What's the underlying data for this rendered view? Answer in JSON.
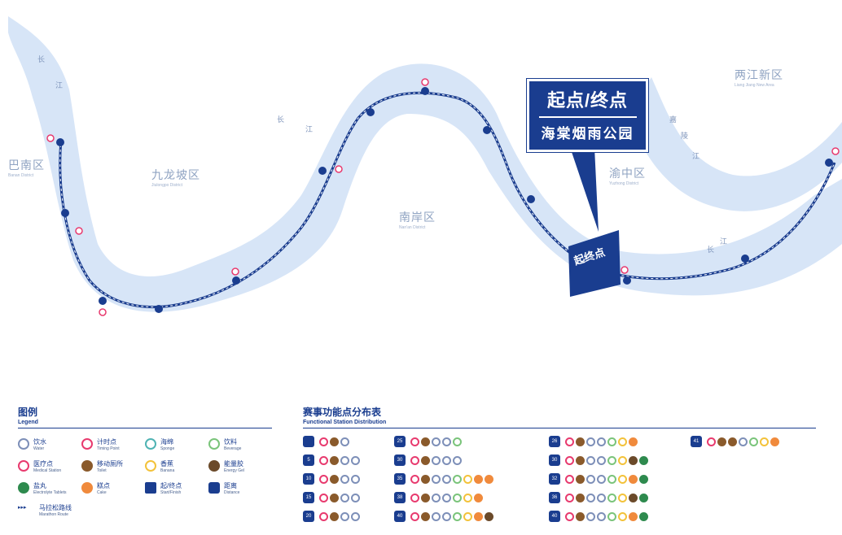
{
  "colors": {
    "river": "#d7e5f7",
    "route": "#1a3d8f",
    "accent": "#1a3d8f",
    "point_pink": "#e83a6e"
  },
  "districts": [
    {
      "name": "巴南区",
      "en": "Banan District"
    },
    {
      "name": "九龙坡区",
      "en": "Jiulongpo District"
    },
    {
      "name": "南岸区",
      "en": "Nan'an District"
    },
    {
      "name": "渝中区",
      "en": "Yuzhong District"
    },
    {
      "name": "两江新区",
      "en": "Liang Jiang New Area"
    }
  ],
  "river_labels": [
    "长",
    "江",
    "长",
    "江",
    "嘉",
    "陵",
    "江",
    "长",
    "江"
  ],
  "start": {
    "line1": "起点/终点",
    "line2": "海棠烟雨公园",
    "arch": "起终点"
  },
  "legend": {
    "title": "图例",
    "subtitle": "Legend",
    "items": [
      {
        "zh": "饮水",
        "en": "Water",
        "icon": "water-drop-icon",
        "type": "water"
      },
      {
        "zh": "计时点",
        "en": "Timing Point",
        "icon": "timing-icon",
        "type": "timing"
      },
      {
        "zh": "海绵",
        "en": "Sponge",
        "icon": "sponge-icon",
        "type": "sponge"
      },
      {
        "zh": "饮料",
        "en": "Beverage",
        "icon": "beverage-icon",
        "type": "beverage"
      },
      {
        "zh": "医疗点",
        "en": "Medical Station",
        "icon": "medical-cross-icon",
        "type": "medical"
      },
      {
        "zh": "移动厕所",
        "en": "Toilet",
        "icon": "toilet-icon",
        "type": "toilet"
      },
      {
        "zh": "香蕉",
        "en": "Banana",
        "icon": "banana-icon",
        "type": "banana"
      },
      {
        "zh": "能量胶",
        "en": "Energy Gel",
        "icon": "energy-gel-icon",
        "type": "gel"
      },
      {
        "zh": "盐丸",
        "en": "Electrolyte Tablets",
        "icon": "tablet-icon",
        "type": "tablet"
      },
      {
        "zh": "糕点",
        "en": "Cake",
        "icon": "cake-icon",
        "type": "cake"
      },
      {
        "zh": "起/终点",
        "en": "Start/Finish",
        "icon": "start-flag-icon",
        "type": "start"
      },
      {
        "zh": "距离",
        "en": "Distance",
        "icon": "distance-icon",
        "type": "distance"
      },
      {
        "zh": "马拉松路线",
        "en": "Marathon Route",
        "icon": "route-arrow-icon",
        "type": "route"
      }
    ]
  },
  "distribution": {
    "title": "赛事功能点分布表",
    "subtitle": "Functional Station Distribution",
    "columns": [
      [
        {
          "km": "",
          "dots": [
            "medical",
            "toilet",
            "water"
          ]
        },
        {
          "km": "5",
          "dots": [
            "medical",
            "toilet",
            "water",
            "water"
          ]
        },
        {
          "km": "10",
          "dots": [
            "medical",
            "toilet",
            "water",
            "water"
          ]
        },
        {
          "km": "15",
          "dots": [
            "medical",
            "toilet",
            "water",
            "water"
          ]
        },
        {
          "km": "20",
          "dots": [
            "medical",
            "toilet",
            "water",
            "water"
          ]
        }
      ],
      [
        {
          "km": "25",
          "dots": [
            "medical",
            "toilet",
            "water",
            "water",
            "beverage"
          ]
        },
        {
          "km": "30",
          "dots": [
            "medical",
            "toilet",
            "water",
            "water",
            "water"
          ]
        },
        {
          "km": "35",
          "dots": [
            "medical",
            "toilet",
            "water",
            "water",
            "beverage",
            "banana",
            "cake",
            "cake"
          ]
        },
        {
          "km": "38",
          "dots": [
            "medical",
            "toilet",
            "water",
            "water",
            "beverage",
            "banana",
            "cake"
          ]
        },
        {
          "km": "40",
          "dots": [
            "medical",
            "toilet",
            "water",
            "water",
            "beverage",
            "banana",
            "cake",
            "gel"
          ]
        }
      ],
      [
        {
          "km": "26",
          "dots": [
            "medical",
            "toilet",
            "water",
            "water",
            "beverage",
            "banana",
            "cake"
          ]
        },
        {
          "km": "30",
          "dots": [
            "medical",
            "toilet",
            "water",
            "water",
            "beverage",
            "banana",
            "gel",
            "tablet"
          ]
        },
        {
          "km": "32",
          "dots": [
            "medical",
            "toilet",
            "water",
            "water",
            "beverage",
            "banana",
            "cake",
            "tablet"
          ]
        },
        {
          "km": "36",
          "dots": [
            "medical",
            "toilet",
            "water",
            "water",
            "beverage",
            "banana",
            "gel",
            "tablet"
          ]
        },
        {
          "km": "40",
          "dots": [
            "medical",
            "toilet",
            "water",
            "water",
            "beverage",
            "banana",
            "cake",
            "tablet"
          ]
        }
      ],
      [
        {
          "km": "41",
          "dots": [
            "medical",
            "toilet",
            "toilet",
            "water",
            "beverage",
            "banana",
            "cake"
          ]
        }
      ]
    ]
  }
}
